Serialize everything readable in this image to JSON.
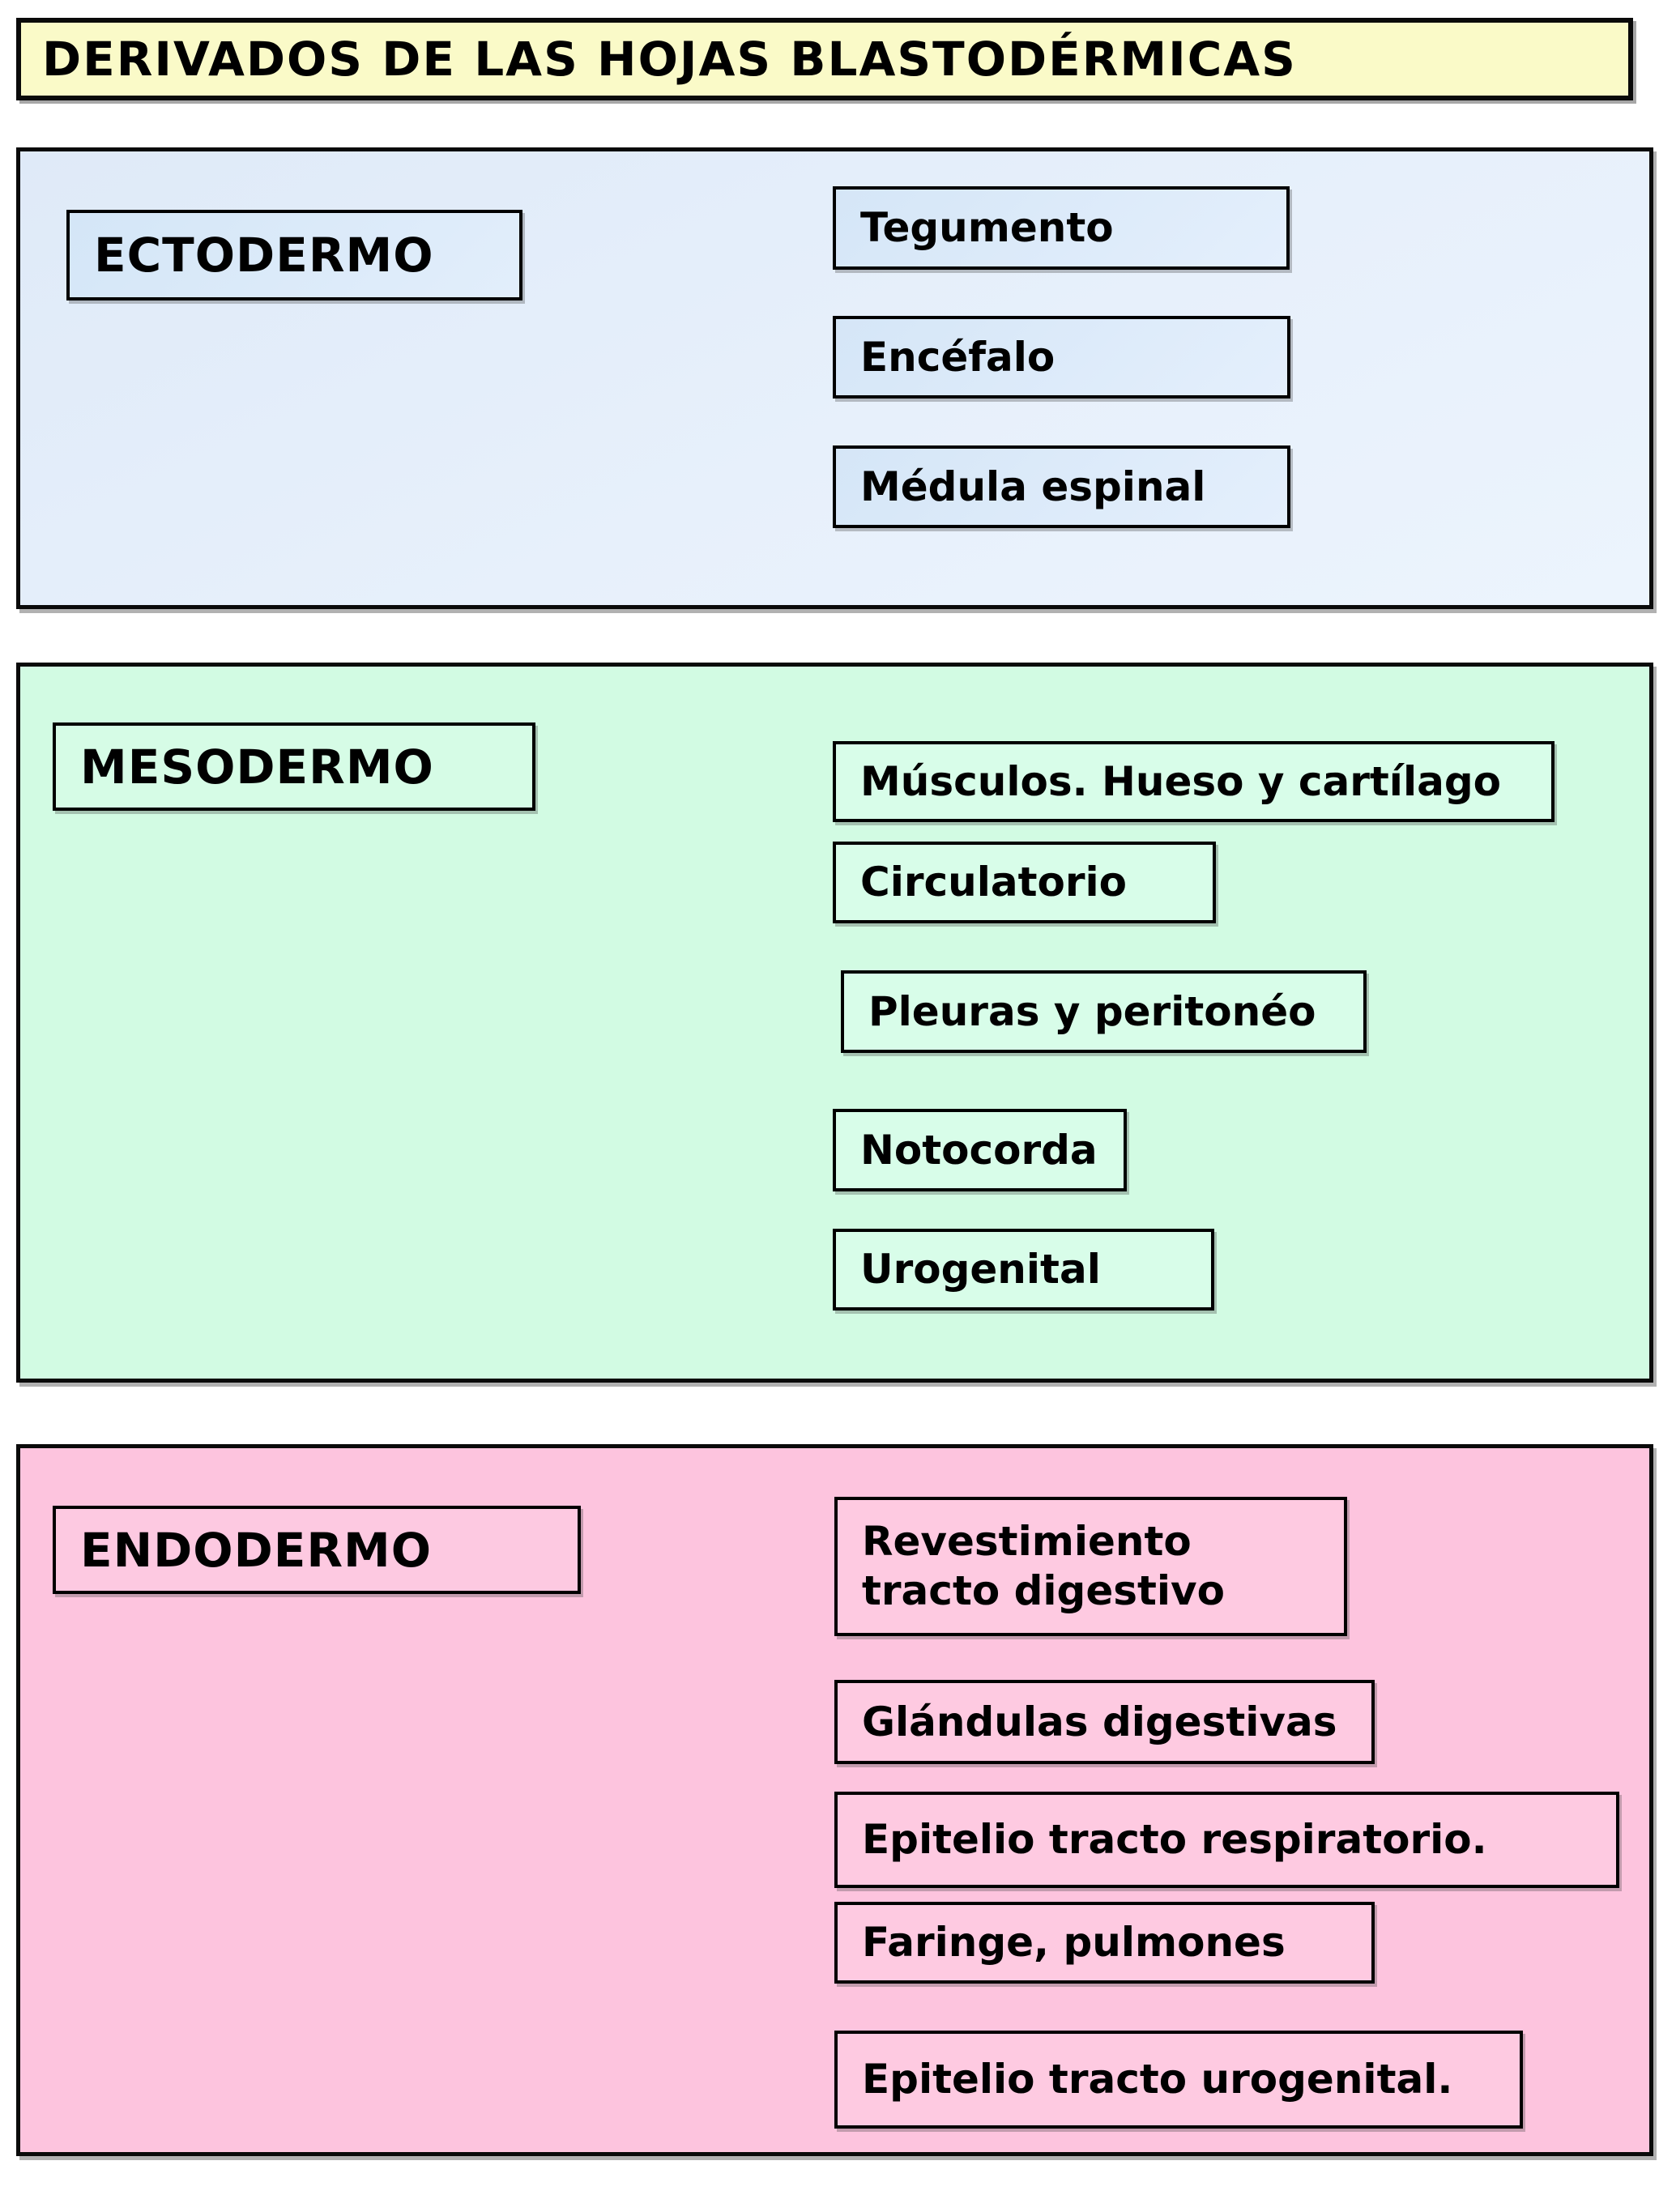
{
  "title": "DERIVADOS DE LAS HOJAS BLASTODÉRMICAS",
  "colors": {
    "title_bg": "#fafac8",
    "ectodermo_bg": "#e3edf9",
    "ectodermo_box_bg": "#d9e9f8",
    "mesodermo_bg": "#d2fbe3",
    "mesodermo_box_bg": "#d8fde9",
    "endodermo_bg": "#fdc4de",
    "endodermo_box_bg": "#fecae1",
    "border": "#000000",
    "text": "#000000"
  },
  "sections": [
    {
      "label": "ECTODERMO",
      "items": [
        "Tegumento",
        "Encéfalo",
        "Médula espinal"
      ]
    },
    {
      "label": "MESODERMO",
      "items": [
        "Músculos. Hueso y cartílago",
        "Circulatorio",
        "Pleuras y peritonéo",
        "Notocorda",
        "Urogenital"
      ]
    },
    {
      "label": "ENDODERMO",
      "items": [
        "Revestimiento\ntracto digestivo",
        "Glándulas digestivas",
        "Epitelio tracto respiratorio.",
        "Faringe, pulmones",
        "Epitelio tracto urogenital."
      ]
    }
  ]
}
